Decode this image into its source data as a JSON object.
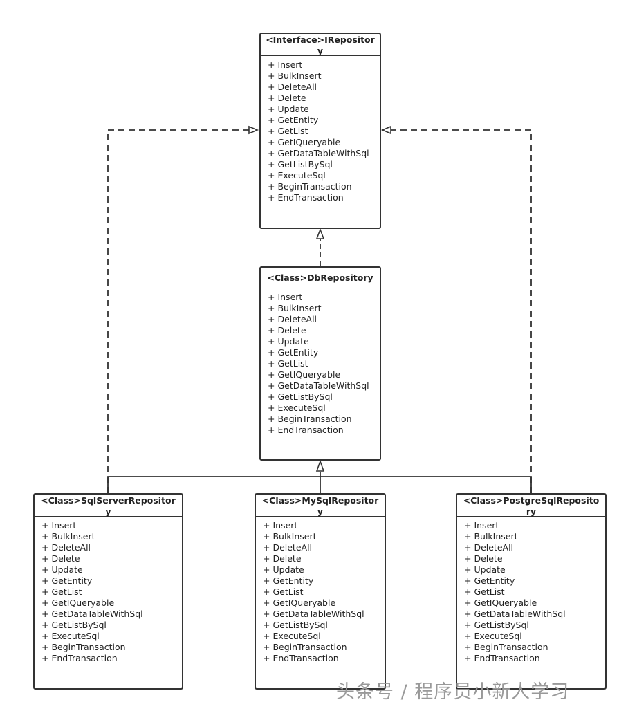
{
  "diagram": {
    "interface_box": {
      "title": "<Interface>IRepository",
      "members": [
        "+ Insert",
        "+ BulkInsert",
        "+ DeleteAll",
        "+ Delete",
        "+ Update",
        "+ GetEntity",
        "+ GetList",
        "+ GetIQueryable",
        "+ GetDataTableWithSql",
        "+ GetListBySql",
        "+ ExecuteSql",
        "+ BeginTransaction",
        "+ EndTransaction"
      ]
    },
    "db_repository_box": {
      "title": "<Class>DbRepository",
      "members": [
        "+ Insert",
        "+ BulkInsert",
        "+ DeleteAll",
        "+ Delete",
        "+ Update",
        "+ GetEntity",
        "+ GetList",
        "+ GetIQueryable",
        "+ GetDataTableWithSql",
        "+ GetListBySql",
        "+ ExecuteSql",
        "+ BeginTransaction",
        "+ EndTransaction"
      ]
    },
    "sqlserver_box": {
      "title": "<Class>SqlServerRepository",
      "members": [
        "+ Insert",
        "+ BulkInsert",
        "+ DeleteAll",
        "+ Delete",
        "+ Update",
        "+ GetEntity",
        "+ GetList",
        "+ GetIQueryable",
        "+ GetDataTableWithSql",
        "+ GetListBySql",
        "+ ExecuteSql",
        "+ BeginTransaction",
        "+ EndTransaction"
      ]
    },
    "mysql_box": {
      "title": "<Class>MySqlRepository",
      "members": [
        "+ Insert",
        "+ BulkInsert",
        "+ DeleteAll",
        "+ Delete",
        "+ Update",
        "+ GetEntity",
        "+ GetList",
        "+ GetIQueryable",
        "+ GetDataTableWithSql",
        "+ GetListBySql",
        "+ ExecuteSql",
        "+ BeginTransaction",
        "+ EndTransaction"
      ]
    },
    "postgresql_box": {
      "title": "<Class>PostgreSqlRepository",
      "members": [
        "+ Insert",
        "+ BulkInsert",
        "+ DeleteAll",
        "+ Delete",
        "+ Update",
        "+ GetEntity",
        "+ GetList",
        "+ GetIQueryable",
        "+ GetDataTableWithSql",
        "+ GetListBySql",
        "+ ExecuteSql",
        "+ BeginTransaction",
        "+ EndTransaction"
      ]
    },
    "relationships": [
      {
        "from": "<Class>DbRepository",
        "to": "<Interface>IRepository",
        "kind": "realization"
      },
      {
        "from": "<Class>SqlServerRepository",
        "to": "<Interface>IRepository",
        "kind": "realization"
      },
      {
        "from": "<Class>PostgreSqlRepository",
        "to": "<Interface>IRepository",
        "kind": "realization"
      },
      {
        "from": "<Class>SqlServerRepository",
        "to": "<Class>DbRepository",
        "kind": "inheritance"
      },
      {
        "from": "<Class>MySqlRepository",
        "to": "<Class>DbRepository",
        "kind": "inheritance"
      },
      {
        "from": "<Class>PostgreSqlRepository",
        "to": "<Class>DbRepository",
        "kind": "inheritance"
      }
    ]
  },
  "watermark": {
    "text": "头条号 / 程序员小新人学习"
  },
  "colors": {
    "line": "#333333",
    "text": "#222222",
    "watermark": "#999999"
  }
}
